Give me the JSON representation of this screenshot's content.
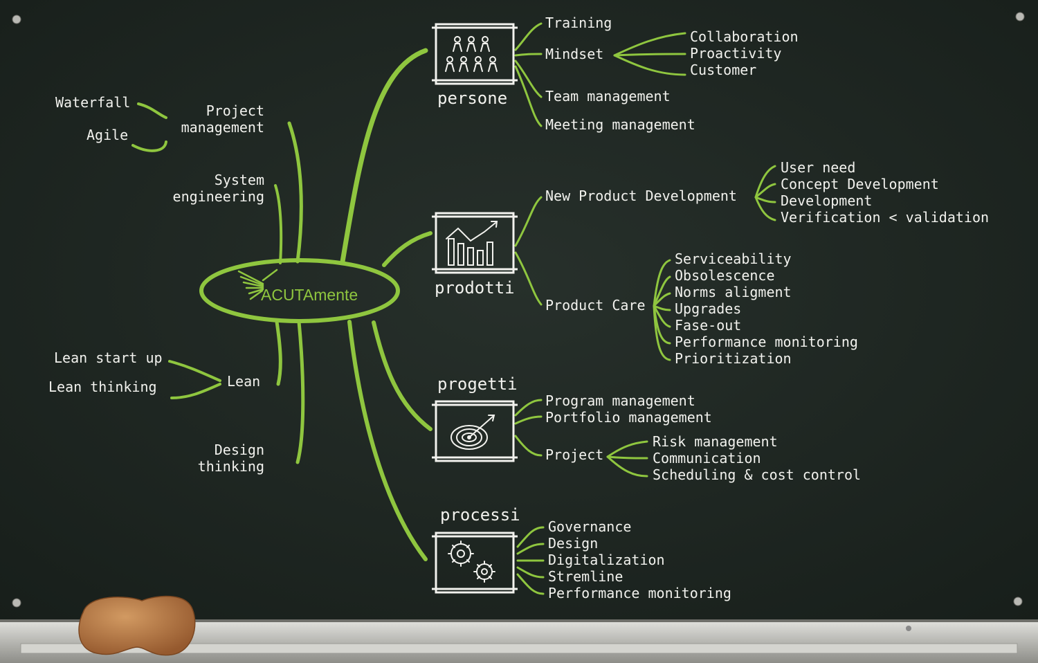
{
  "center": {
    "label": "ACUTAmente"
  },
  "colors": {
    "board": "#1d2521",
    "chalk": "#f2f2ee",
    "accent": "#8fc63f",
    "tray": "#c9c9c4",
    "sponge": "#b87a47"
  },
  "icons": [
    "people-icon",
    "chart-icon",
    "target-icon",
    "gears-icon",
    "dragonfly-logo-icon"
  ],
  "left": {
    "project_management": {
      "line1": "Project",
      "line2": "management",
      "waterfall": "Waterfall",
      "agile": "Agile"
    },
    "system_engineering": {
      "line1": "System",
      "line2": "engineering"
    },
    "lean": {
      "label": "Lean",
      "start_up": "Lean start up",
      "thinking": "Lean thinking"
    },
    "design_thinking": {
      "line1": "Design",
      "line2": "thinking"
    }
  },
  "persone": {
    "title": "persone",
    "training": "Training",
    "mindset": {
      "label": "Mindset",
      "items": [
        "Collaboration",
        "Proactivity",
        "Customer"
      ]
    },
    "team": "Team management",
    "meeting": "Meeting management"
  },
  "prodotti": {
    "title": "prodotti",
    "npd": {
      "label": "New Product Development",
      "items": [
        "User need",
        "Concept Development",
        "Development",
        "Verification < validation"
      ]
    },
    "care": {
      "label": "Product Care",
      "items": [
        "Serviceability",
        "Obsolescence",
        "Norms aligment",
        "Upgrades",
        "Fase-out",
        "Performance monitoring",
        "Prioritization"
      ]
    }
  },
  "progetti": {
    "title": "progetti",
    "program": "Program management",
    "portfolio": "Portfolio management",
    "project": {
      "label": "Project",
      "items": [
        "Risk management",
        "Communication",
        "Scheduling & cost control"
      ]
    }
  },
  "processi": {
    "title": "processi",
    "items": [
      "Governance",
      "Design",
      "Digitalization",
      "Stremline",
      "Performance monitoring"
    ]
  }
}
